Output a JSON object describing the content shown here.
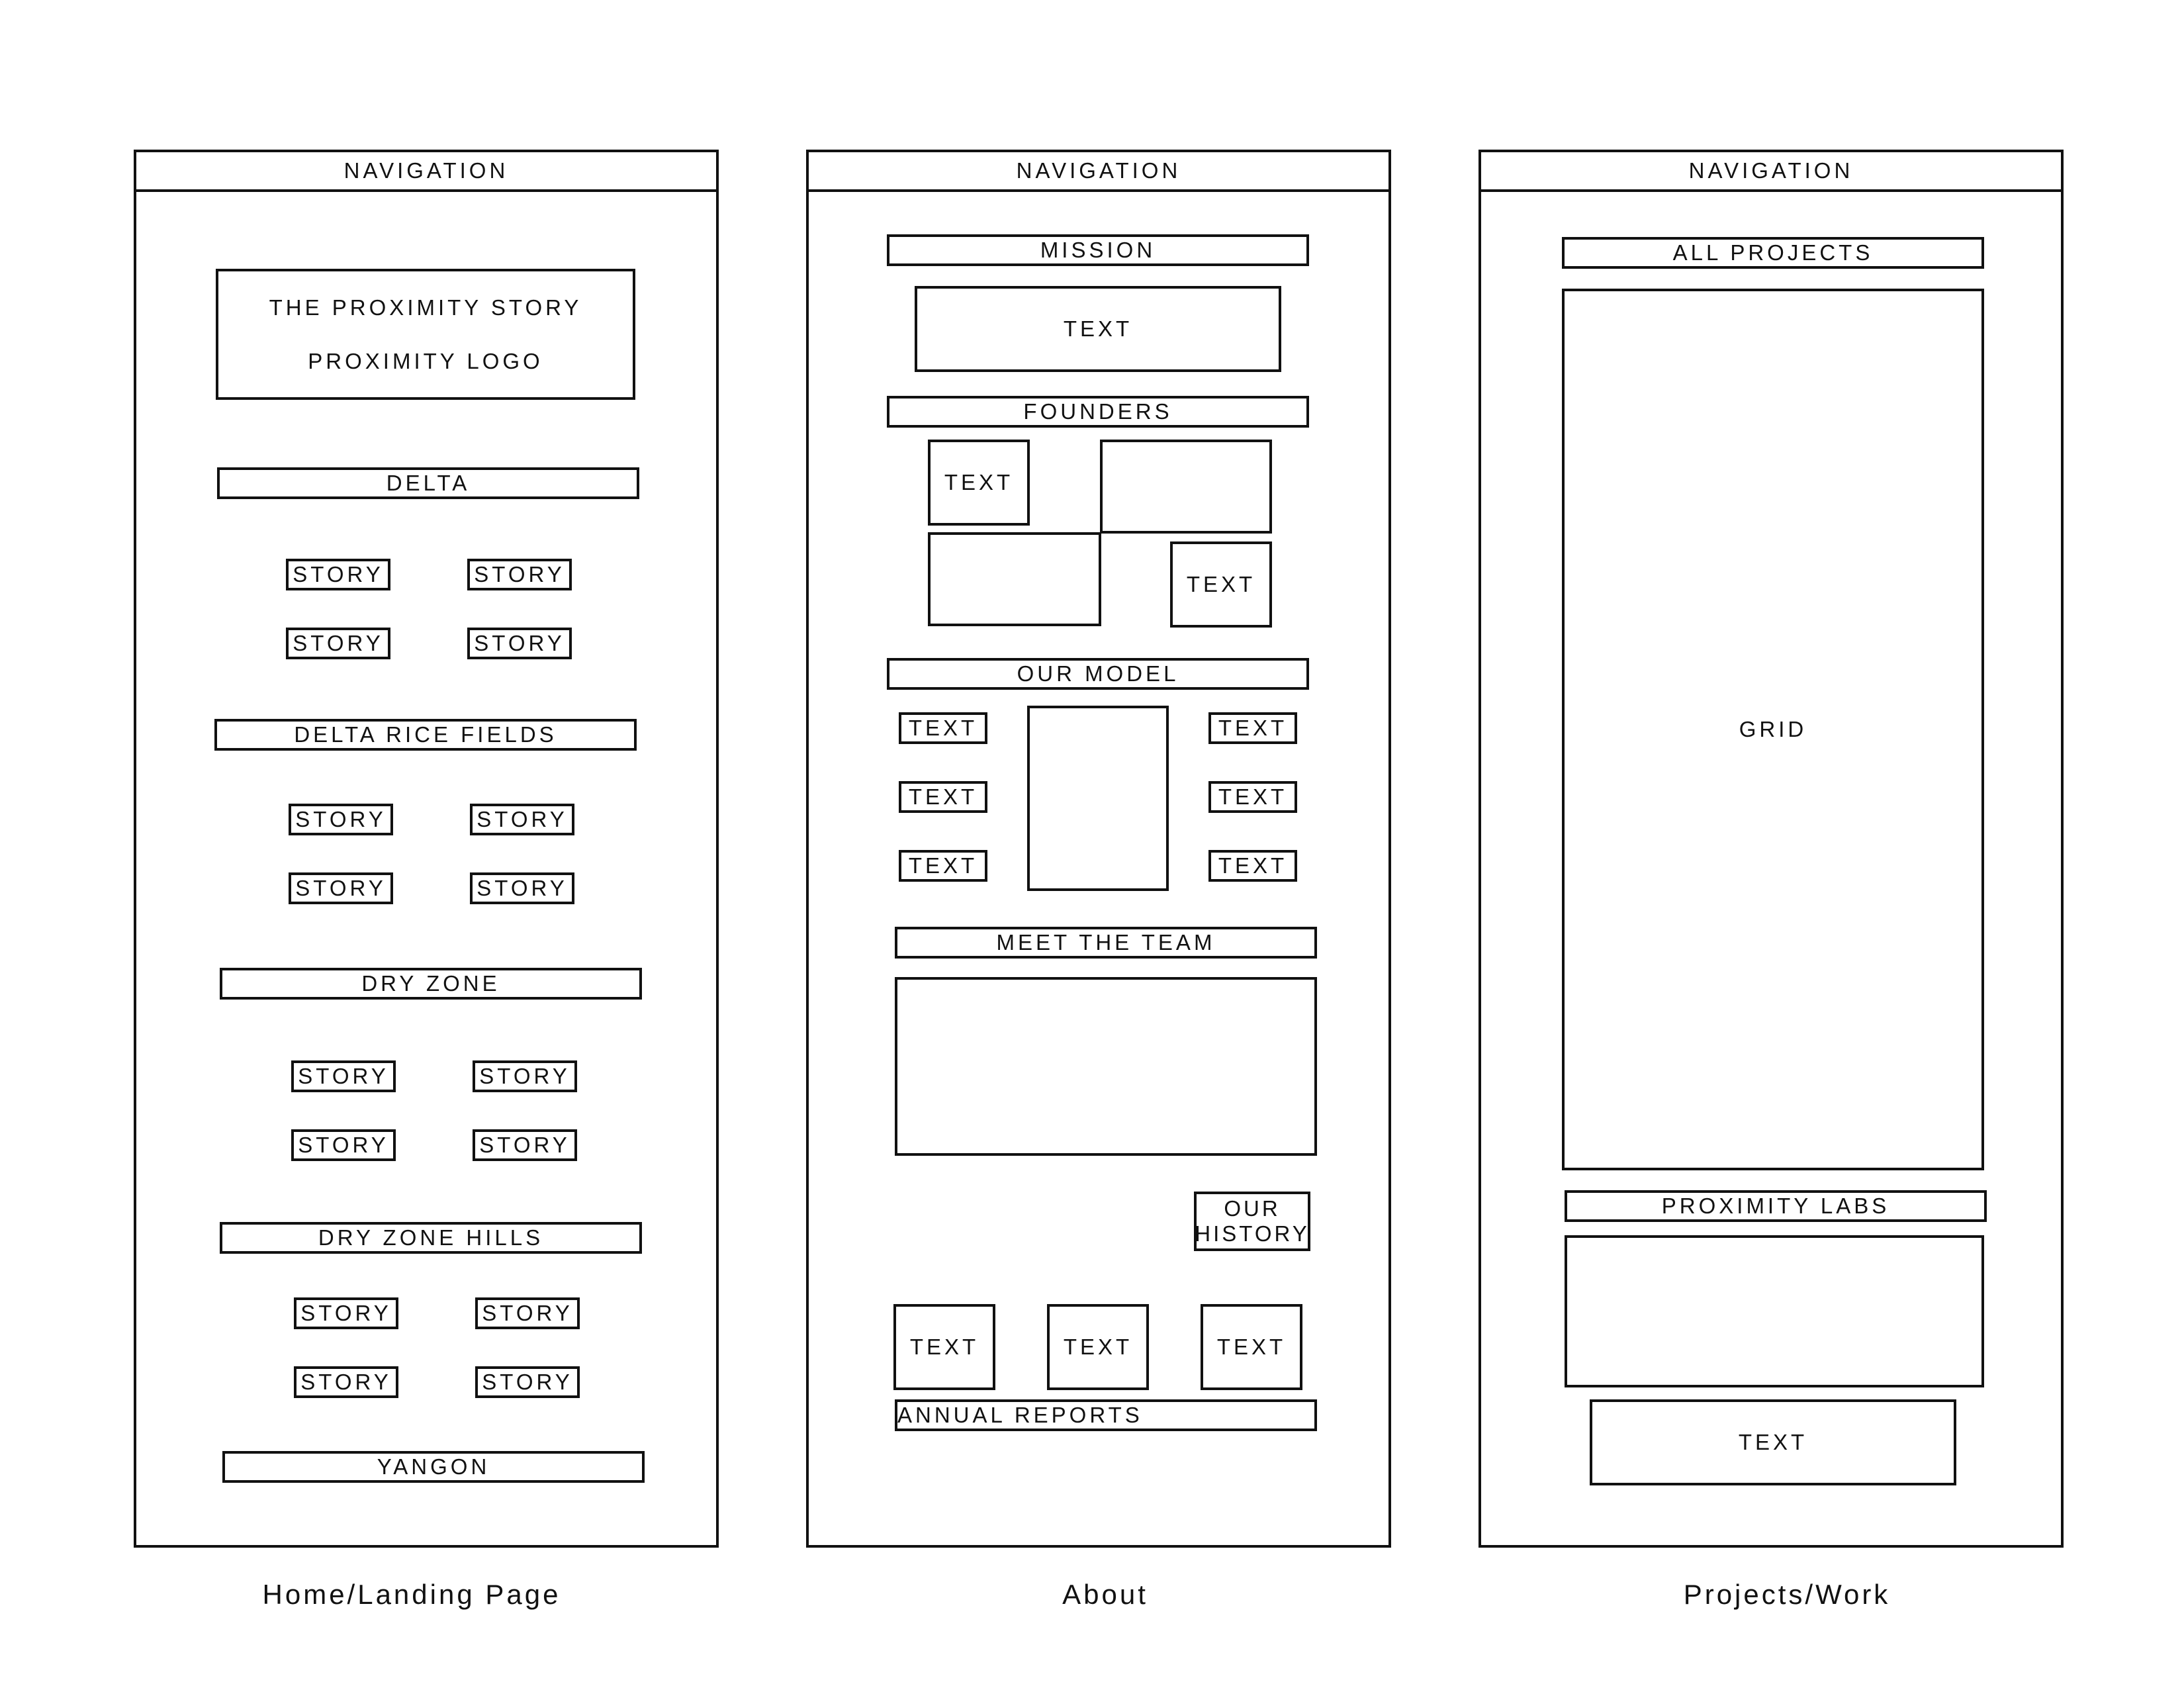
{
  "navigation_label": "NAVIGATION",
  "home": {
    "caption": "Home/Landing Page",
    "hero_title": "THE PROXIMITY STORY",
    "hero_logo": "PROXIMITY LOGO",
    "sections": [
      {
        "title": "DELTA",
        "stories": [
          "STORY",
          "STORY",
          "STORY",
          "STORY"
        ]
      },
      {
        "title": "DELTA RICE FIELDS",
        "stories": [
          "STORY",
          "STORY",
          "STORY",
          "STORY"
        ]
      },
      {
        "title": "DRY ZONE",
        "stories": [
          "STORY",
          "STORY",
          "STORY",
          "STORY"
        ]
      },
      {
        "title": "DRY ZONE HILLS",
        "stories": [
          "STORY",
          "STORY",
          "STORY",
          "STORY"
        ]
      }
    ],
    "last_section": "YANGON"
  },
  "about": {
    "caption": "About",
    "mission": "MISSION",
    "mission_text": "TEXT",
    "founders": "FOUNDERS",
    "founder_text_1": "TEXT",
    "founder_text_2": "TEXT",
    "our_model": "OUR MODEL",
    "model_texts": [
      "TEXT",
      "TEXT",
      "TEXT",
      "TEXT",
      "TEXT",
      "TEXT"
    ],
    "meet_the_team": "MEET THE TEAM",
    "our_history": "OUR HISTORY",
    "history_texts": [
      "TEXT",
      "TEXT",
      "TEXT"
    ],
    "annual_reports": "ANNUAL REPORTS"
  },
  "projects": {
    "caption": "Projects/Work",
    "all_projects": "ALL PROJECTS",
    "grid": "GRID",
    "proximity_labs": "PROXIMITY LABS",
    "text": "TEXT"
  }
}
